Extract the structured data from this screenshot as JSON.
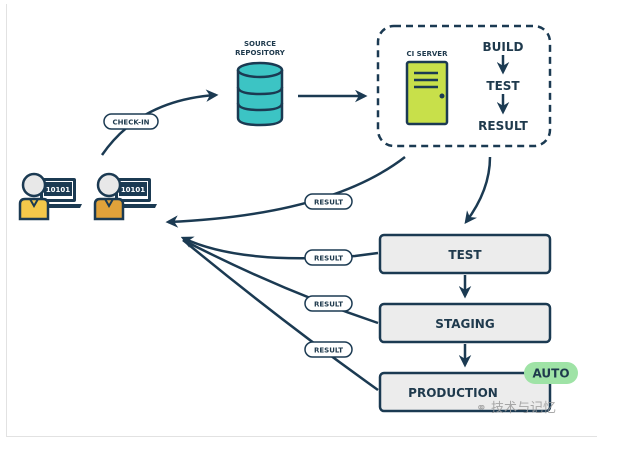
{
  "nodes": {
    "developers": [
      "developer-1",
      "developer-2"
    ],
    "developer_screen_text": "10101",
    "source_repository": {
      "label_line1": "SOURCE",
      "label_line2": "REPOSITORY"
    },
    "ci_server": {
      "label": "CI SERVER",
      "steps": [
        "BUILD",
        "TEST",
        "RESULT"
      ]
    },
    "stages": [
      {
        "label": "TEST"
      },
      {
        "label": "STAGING"
      },
      {
        "label": "PRODUCTION",
        "badge": "AUTO"
      }
    ]
  },
  "edges": {
    "check_in_label": "CHECK-IN",
    "result_labels": [
      "RESULT",
      "RESULT",
      "RESULT",
      "RESULT"
    ]
  },
  "colors": {
    "ink": "#1b3a52",
    "repository": "#3cc4c4",
    "ci_server": "#c8e04a",
    "stage_fill": "#ececec",
    "auto_badge": "#9fe3a6",
    "developer_1_shirt": "#f4c84a",
    "developer_2_shirt": "#e0a23a"
  },
  "watermark": "技术与记忆"
}
